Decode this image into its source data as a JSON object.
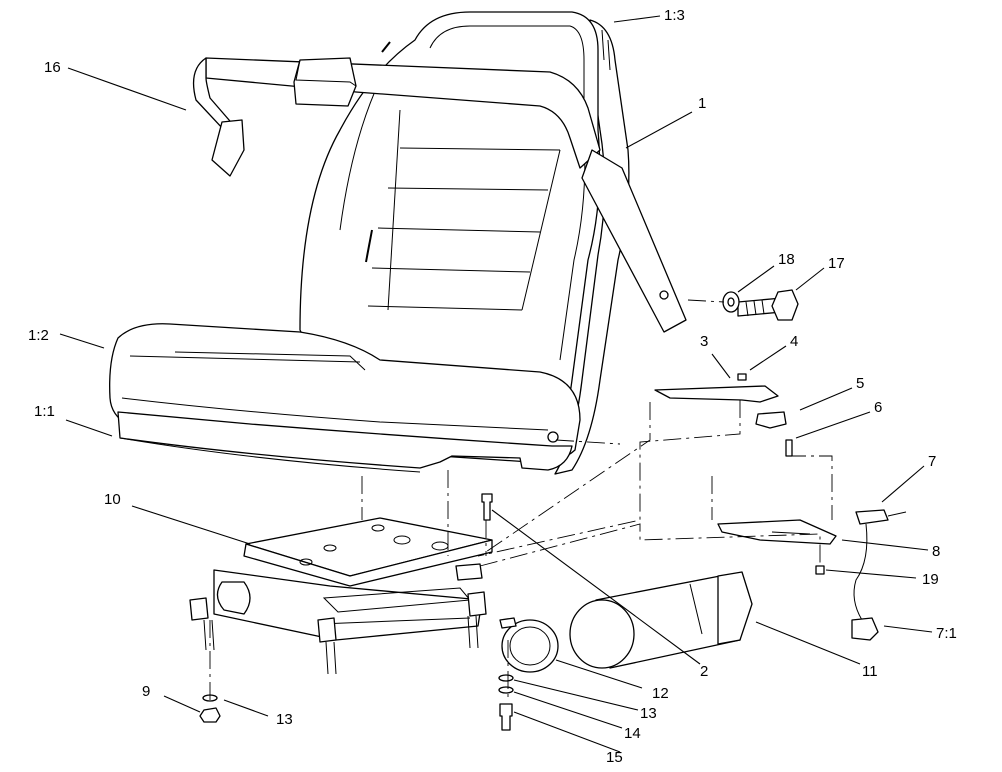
{
  "callouts": [
    {
      "id": "c-1-3",
      "text": "1:3"
    },
    {
      "id": "c-16",
      "text": "16"
    },
    {
      "id": "c-1",
      "text": "1"
    },
    {
      "id": "c-18",
      "text": "18"
    },
    {
      "id": "c-17",
      "text": "17"
    },
    {
      "id": "c-1-2",
      "text": "1:2"
    },
    {
      "id": "c-3",
      "text": "3"
    },
    {
      "id": "c-4",
      "text": "4"
    },
    {
      "id": "c-5",
      "text": "5"
    },
    {
      "id": "c-6",
      "text": "6"
    },
    {
      "id": "c-1-1",
      "text": "1:1"
    },
    {
      "id": "c-7",
      "text": "7"
    },
    {
      "id": "c-10",
      "text": "10"
    },
    {
      "id": "c-8",
      "text": "8"
    },
    {
      "id": "c-19",
      "text": "19"
    },
    {
      "id": "c-7-1",
      "text": "7:1"
    },
    {
      "id": "c-2",
      "text": "2"
    },
    {
      "id": "c-11",
      "text": "11"
    },
    {
      "id": "c-12",
      "text": "12"
    },
    {
      "id": "c-9",
      "text": "9"
    },
    {
      "id": "c-13a",
      "text": "13"
    },
    {
      "id": "c-13b",
      "text": "13"
    },
    {
      "id": "c-14",
      "text": "14"
    },
    {
      "id": "c-15",
      "text": "15"
    }
  ]
}
